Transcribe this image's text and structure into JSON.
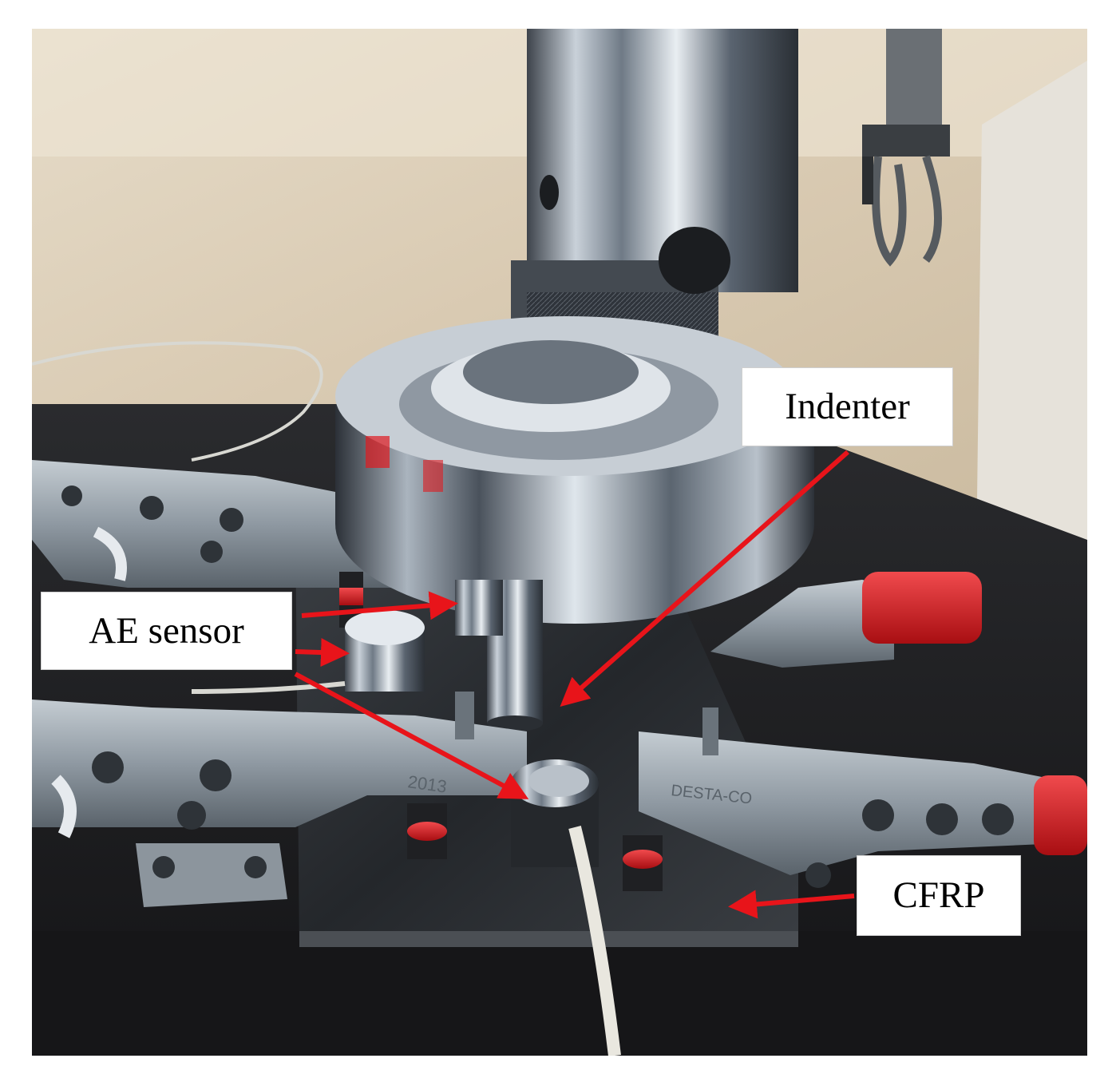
{
  "figure": {
    "description_labels": {
      "indenter": "Indenter",
      "ae_sensor": "AE sensor",
      "cfrp": "CFRP"
    },
    "colors": {
      "arrow": "#e8141a",
      "clamp_handle": "#d6161b",
      "wall": "#d8c9b3",
      "steel": "#9aa3ad",
      "table": "#1c1c1e"
    }
  }
}
